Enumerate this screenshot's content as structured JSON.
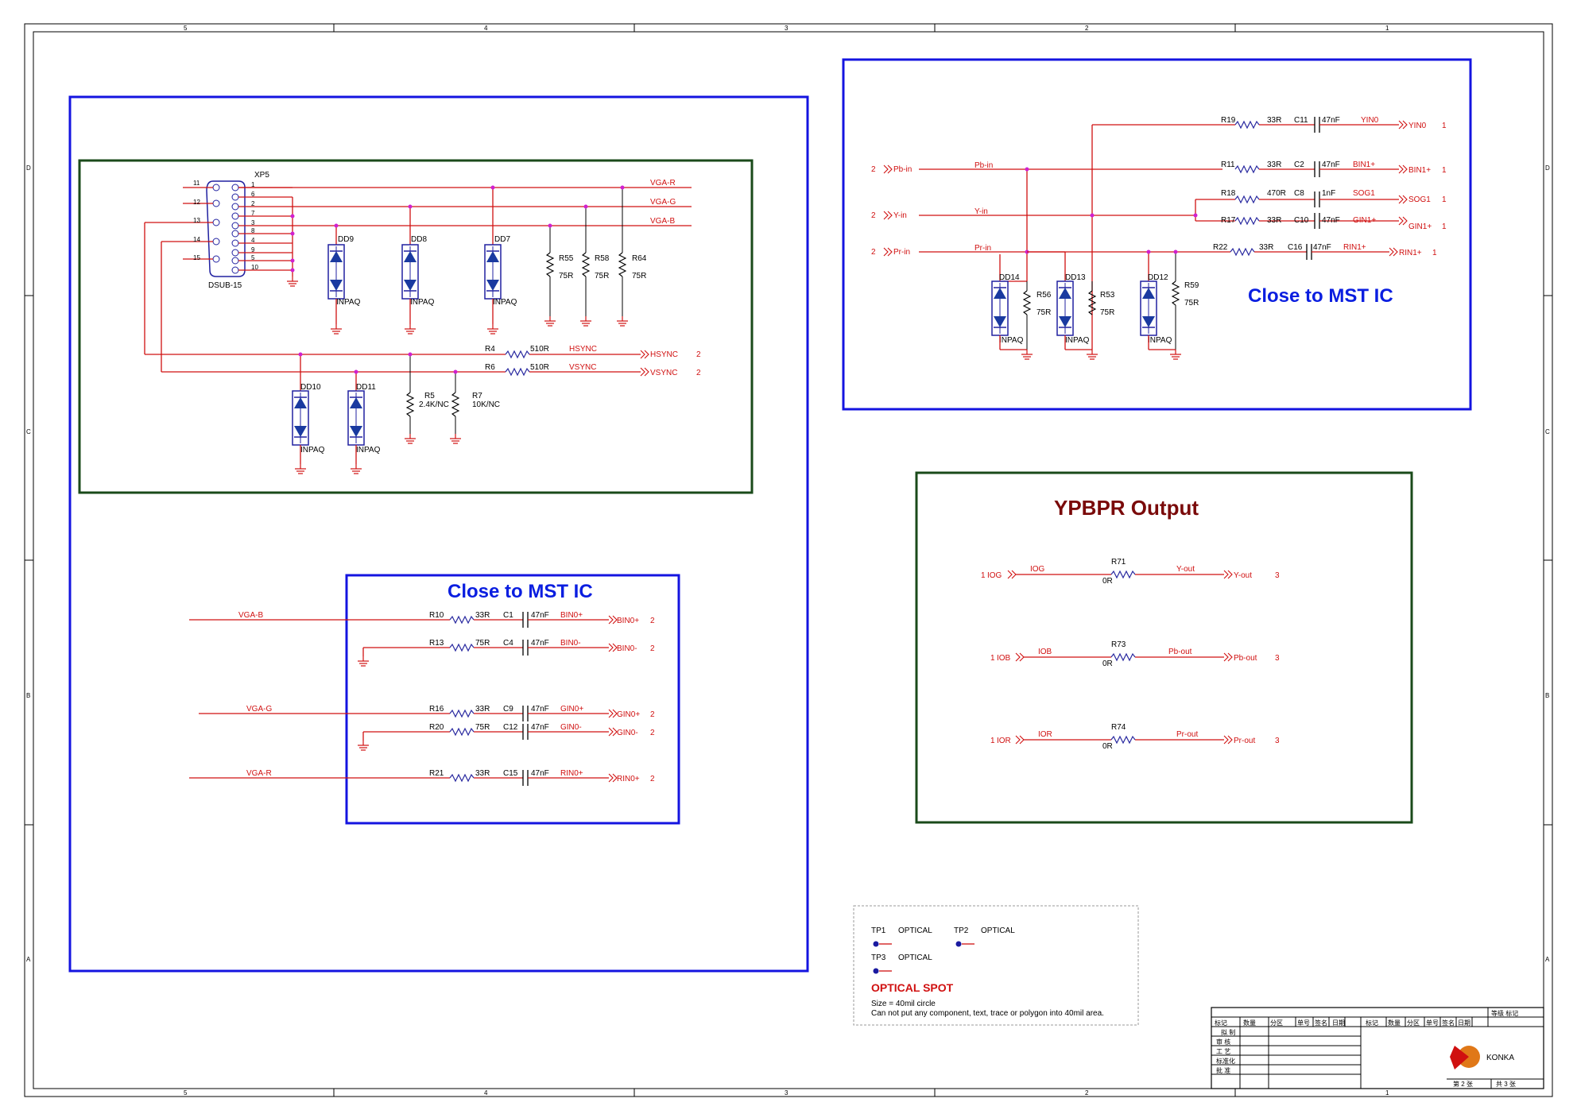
{
  "border": {
    "cols": [
      "5",
      "4",
      "3",
      "2",
      "1"
    ],
    "rows": [
      "D",
      "C",
      "B",
      "A"
    ]
  },
  "vga": {
    "connector_ref": "XP5",
    "connector_type": "DSUB-15",
    "pins_left": [
      "11",
      "12",
      "13",
      "14",
      "15"
    ],
    "pins_right": [
      "1",
      "6",
      "2",
      "7",
      "3",
      "8",
      "4",
      "9",
      "5",
      "10"
    ],
    "nets": [
      "VGA-R",
      "VGA-G",
      "VGA-B"
    ],
    "diodes": [
      {
        "ref": "DD9",
        "part": "INPAQ"
      },
      {
        "ref": "DD8",
        "part": "INPAQ"
      },
      {
        "ref": "DD7",
        "part": "INPAQ"
      },
      {
        "ref": "DD10",
        "part": "INPAQ"
      },
      {
        "ref": "DD11",
        "part": "INPAQ"
      }
    ],
    "term_res": [
      {
        "ref": "R55",
        "val": "75R"
      },
      {
        "ref": "R58",
        "val": "75R"
      },
      {
        "ref": "R64",
        "val": "75R"
      }
    ],
    "sync": [
      {
        "ref": "R4",
        "val": "510R",
        "net": "HSYNC",
        "port": "HSYNC",
        "sheet": "2"
      },
      {
        "ref": "R6",
        "val": "510R",
        "net": "VSYNC",
        "port": "VSYNC",
        "sheet": "2"
      }
    ],
    "pull": [
      {
        "ref": "R5",
        "val": "2.4K/NC"
      },
      {
        "ref": "R7",
        "val": "10K/NC"
      }
    ]
  },
  "mst_left": {
    "title": "Close to MST IC",
    "rows": [
      {
        "in": "VGA-B",
        "r": "R10",
        "rv": "33R",
        "c": "C1",
        "cv": "47nF",
        "net": "BIN0+",
        "port": "BIN0+",
        "sheet": "2"
      },
      {
        "in": "",
        "r": "R13",
        "rv": "75R",
        "c": "C4",
        "cv": "47nF",
        "net": "BIN0-",
        "port": "BIN0-",
        "sheet": "2"
      },
      {
        "in": "VGA-G",
        "r": "R16",
        "rv": "33R",
        "c": "C9",
        "cv": "47nF",
        "net": "GIN0+",
        "port": "GIN0+",
        "sheet": "2"
      },
      {
        "in": "",
        "r": "R20",
        "rv": "75R",
        "c": "C12",
        "cv": "47nF",
        "net": "GIN0-",
        "port": "GIN0-",
        "sheet": "2"
      },
      {
        "in": "VGA-R",
        "r": "R21",
        "rv": "33R",
        "c": "C15",
        "cv": "47nF",
        "net": "RIN0+",
        "port": "RIN0+",
        "sheet": "2"
      }
    ]
  },
  "mst_right": {
    "title": "Close to MST IC",
    "inputs": [
      {
        "sheet": "2",
        "port": "Pb-in",
        "net": "Pb-in"
      },
      {
        "sheet": "2",
        "port": "Y-in",
        "net": "Y-in"
      },
      {
        "sheet": "2",
        "port": "Pr-in",
        "net": "Pr-in"
      }
    ],
    "rows": [
      {
        "r": "R19",
        "rv": "33R",
        "c": "C11",
        "cv": "47nF",
        "net": "YIN0",
        "port": "YIN0",
        "sheet": "1"
      },
      {
        "r": "R11",
        "rv": "33R",
        "c": "C2",
        "cv": "47nF",
        "net": "BIN1+",
        "port": "BIN1+",
        "sheet": "1"
      },
      {
        "r": "R18",
        "rv": "470R",
        "c": "C8",
        "cv": "1nF",
        "net": "SOG1",
        "port": "SOG1",
        "sheet": "1"
      },
      {
        "r": "R17",
        "rv": "33R",
        "c": "C10",
        "cv": "47nF",
        "net": "GIN1+",
        "port": "GIN1+",
        "sheet": "1"
      },
      {
        "r": "R22",
        "rv": "33R",
        "c": "C16",
        "cv": "47nF",
        "net": "RIN1+",
        "port": "RIN1+",
        "sheet": "1"
      }
    ],
    "diodes": [
      {
        "ref": "DD14",
        "part": "INPAQ"
      },
      {
        "ref": "DD13",
        "part": "INPAQ"
      },
      {
        "ref": "DD12",
        "part": "INPAQ"
      }
    ],
    "term_res": [
      {
        "ref": "R56",
        "val": "75R"
      },
      {
        "ref": "R53",
        "val": "75R"
      },
      {
        "ref": "R59",
        "val": "75R"
      }
    ]
  },
  "ypbpr": {
    "title": "YPBPR  Output",
    "rows": [
      {
        "sheet_in": "1",
        "port_in": "IOG",
        "net_in": "IOG",
        "r": "R71",
        "rv": "0R",
        "net_out": "Y-out",
        "port_out": "Y-out",
        "sheet_out": "3"
      },
      {
        "sheet_in": "1",
        "port_in": "IOB",
        "net_in": "IOB",
        "r": "R73",
        "rv": "0R",
        "net_out": "Pb-out",
        "port_out": "Pb-out",
        "sheet_out": "3"
      },
      {
        "sheet_in": "1",
        "port_in": "IOR",
        "net_in": "IOR",
        "r": "R74",
        "rv": "0R",
        "net_out": "Pr-out",
        "port_out": "Pr-out",
        "sheet_out": "3"
      }
    ]
  },
  "optical": {
    "tps": [
      {
        "ref": "TP1",
        "label": "OPTICAL"
      },
      {
        "ref": "TP2",
        "label": "OPTICAL"
      },
      {
        "ref": "TP3",
        "label": "OPTICAL"
      }
    ],
    "title": "OPTICAL SPOT",
    "note1": "Size = 40mil circle",
    "note2": "Can not put any component, text, trace or polygon into 40mil area."
  },
  "titleblock": {
    "grade": "等级  标记",
    "hdr": [
      "标记",
      "数量",
      "分区",
      "单号",
      "签名",
      "日期",
      "标记",
      "数量",
      "分区",
      "单号",
      "签名",
      "日期"
    ],
    "roles": [
      "拟 制",
      "审 核",
      "工 艺",
      "标准化",
      "批 准"
    ],
    "brand": "KONKA",
    "sheet_no": "第 2 张",
    "sheet_total": "共 3 张",
    "logo_color": "#e07818"
  }
}
